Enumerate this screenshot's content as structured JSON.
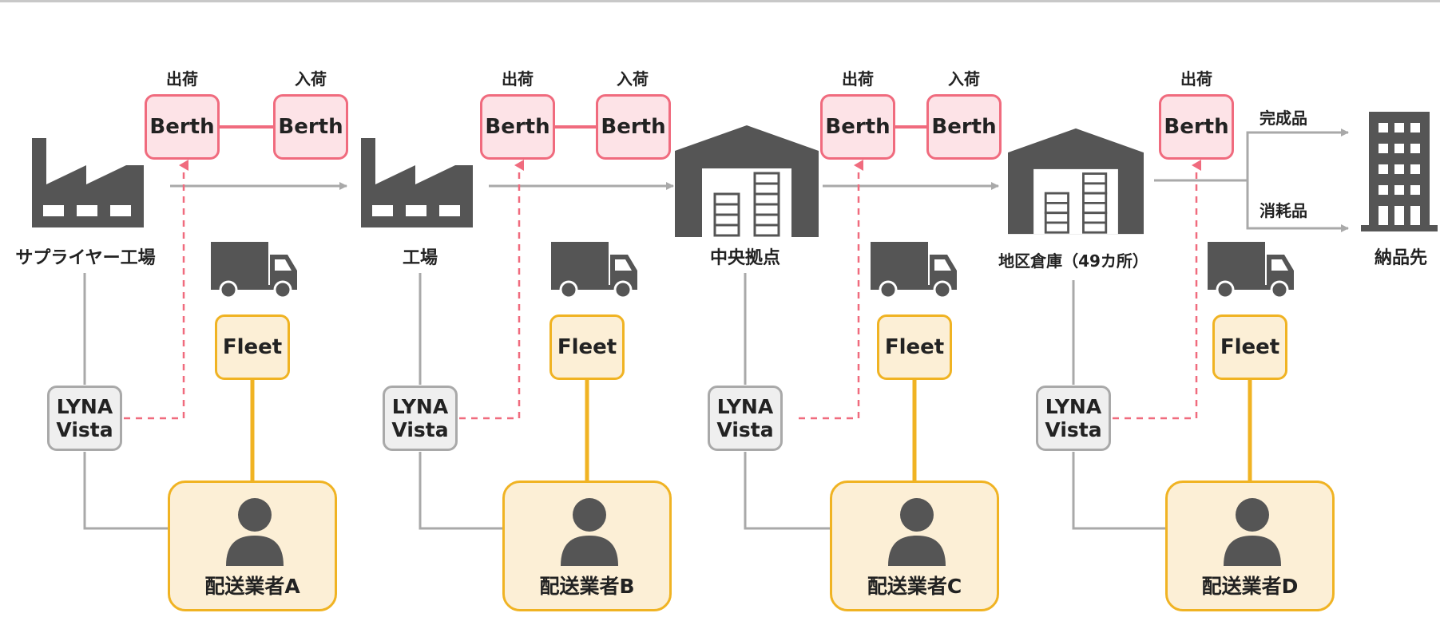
{
  "nodes": {
    "supplier": "サプライヤー工場",
    "factory": "工場",
    "central_hub": "中央拠点",
    "district_warehouse": "地区倉庫（49カ所）",
    "destination": "納品先"
  },
  "berth": {
    "label": "Berth",
    "outbound": "出荷",
    "inbound": "入荷"
  },
  "fleet": {
    "label": "Fleet"
  },
  "lyna": {
    "line1": "LYNA",
    "line2": "Vista"
  },
  "branches": {
    "finished": "完成品",
    "consumables": "消耗品"
  },
  "carriers": [
    "配送業者A",
    "配送業者B",
    "配送業者C",
    "配送業者D"
  ],
  "icons": [
    "factory-icon",
    "warehouse-icon",
    "truck-icon",
    "person-icon",
    "office-building-icon"
  ],
  "colors": {
    "berth_fill": "#fde3e7",
    "berth_border": "#f06b7e",
    "fleet_fill": "#fcefd6",
    "fleet_border": "#f0b323",
    "lyna_fill": "#efefef",
    "lyna_border": "#a9a9a9",
    "icon": "#555555",
    "arrow": "#a9a9a9"
  }
}
